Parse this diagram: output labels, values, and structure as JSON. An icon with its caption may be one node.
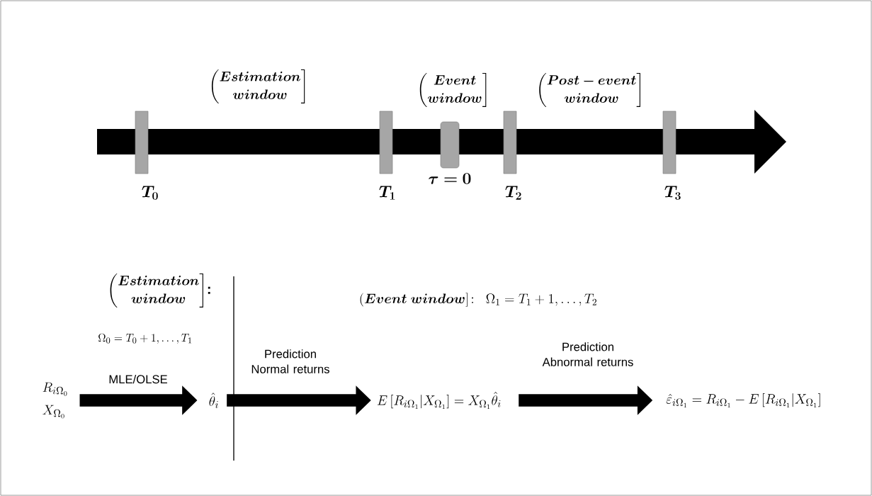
{
  "diagram": {
    "nodes": [
      {
        "text": [
          "R_{i\\Omega_0}",
          "X_{\\Omega_0}"
        ]
      },
      {
        "text": [
          "\\hat{\\theta}_i"
        ]
      },
      {
        "text": [
          "E\\left[R_{i\\Omega_1}|X_{\\Omega_1}\\right]=X_{\\Omega_1}\\hat{\\theta}_i"
        ]
      },
      {
        "text": [
          "\\hat{\\varepsilon}_{i\\Omega_1}=R_{i\\Omega_1}-E\\left[R_{i\\Omega_1}|X_{\\Omega_1}\\right]"
        ]
      }
    ],
    "edges": [
      {
        "from": 0,
        "to": 1,
        "arrow": "to",
        "label": "MLE/OLSE"
      },
      {
        "from": 1,
        "to": 2,
        "arrow": "to",
        "label": "Prediction Normal returns"
      },
      {
        "from": 2,
        "to": 3,
        "arrow": "to",
        "label": "Prediction Abnormal returns"
      }
    ],
    "labels": [
      "\\left(\\begin{matrix}\\boldsymbol{Estimation}\\\\ \\boldsymbol{window}\\end{matrix}\\right]",
      "\\left(\\begin{matrix}\\boldsymbol{Event}\\\\ \\boldsymbol{window}\\end{matrix}\\right]",
      "\\left(\\begin{matrix}\\boldsymbol{Post-event}\\\\ \\boldsymbol{window}\\end{matrix}\\right]",
      "\\boldsymbol{T_0}",
      "\\boldsymbol{T_1}",
      "\\boldsymbol{\\tau=0}",
      "\\boldsymbol{T_2}",
      "\\boldsymbol{T_3}",
      "\\left(\\begin{matrix}\\boldsymbol{Estimation}\\\\ \\boldsymbol{window}\\end{matrix}\\right]\\!\\textbf{:}",
      "\\Omega_0=T_0+1,\\dots,T_1",
      "\\left(\\boldsymbol{Event\\ window}\\right]\\!:\\;\\;\\Omega_1=T_1+1,\\dots,T_2"
    ]
  }
}
